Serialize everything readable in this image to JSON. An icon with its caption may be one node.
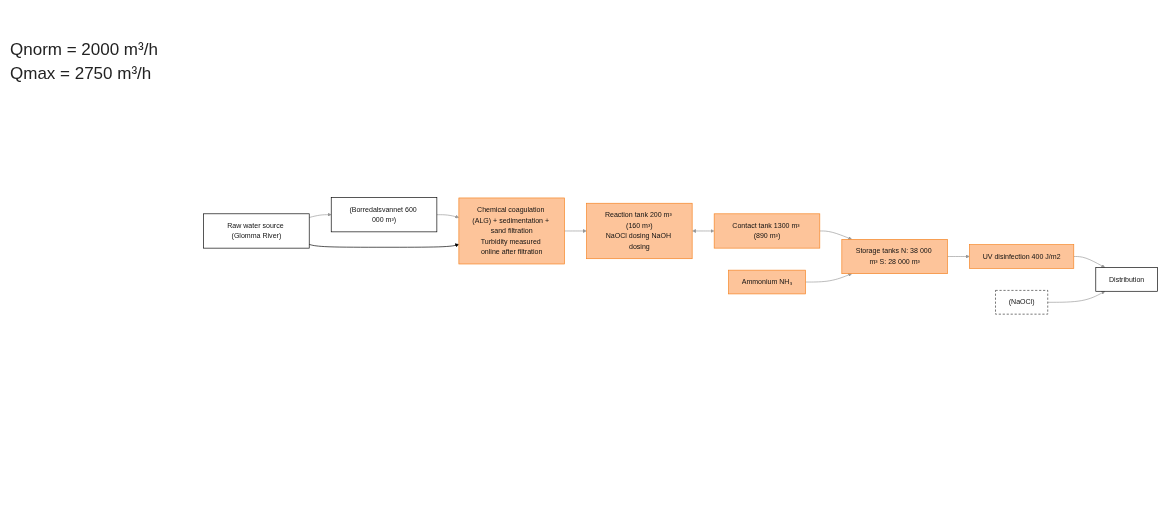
{
  "diagram": {
    "nodes": [
      {
        "text": [
          "Raw water source (Glomma River)"
        ]
      },
      {
        "text": [
          "(Borredalsvannet 600 000 m³)"
        ]
      },
      {
        "text": [
          "Chemical coagulation (ALG) + sedimentation + sand filtration",
          "Turbidity measured online after filtration"
        ]
      },
      {
        "text": [
          "Reaction tank 200 m³ (160 m³)",
          "NaOCl dosing NaOH dosing"
        ]
      },
      {
        "text": [
          "Contact tank 1300 m³ (890 m³)"
        ]
      },
      {
        "text": [
          "Ammonium NH₃"
        ]
      },
      {
        "text": [
          "Storage tanks N: 38 000 m³ S: 28 000 m³"
        ]
      },
      {
        "text": [
          "UV disinfection 400 J/m2"
        ]
      },
      {
        "text": [
          "(NaOCl)"
        ]
      },
      {
        "text": [
          "Distribution"
        ]
      }
    ],
    "edges": [
      {
        "from": 0,
        "to": 1,
        "arrow": "to"
      },
      {
        "from": 1,
        "to": 2,
        "arrow": "to"
      },
      {
        "from": 0,
        "to": 2,
        "arrow": "to",
        "color": "#000000"
      },
      {
        "from": 2,
        "to": 3,
        "arrow": "to"
      },
      {
        "from": 3,
        "to": 4,
        "arrow": "both"
      },
      {
        "from": 4,
        "to": 6,
        "arrow": "to"
      },
      {
        "from": 5,
        "to": 6,
        "arrow": "to"
      },
      {
        "from": 6,
        "to": 7,
        "arrow": "to"
      },
      {
        "from": 7,
        "to": 9,
        "arrow": "to"
      },
      {
        "from": 8,
        "to": 9,
        "arrow": "to"
      }
    ],
    "labels": [
      "Qnorm = 2000 m³/h",
      "Qmax = 2750 m³/h"
    ]
  }
}
